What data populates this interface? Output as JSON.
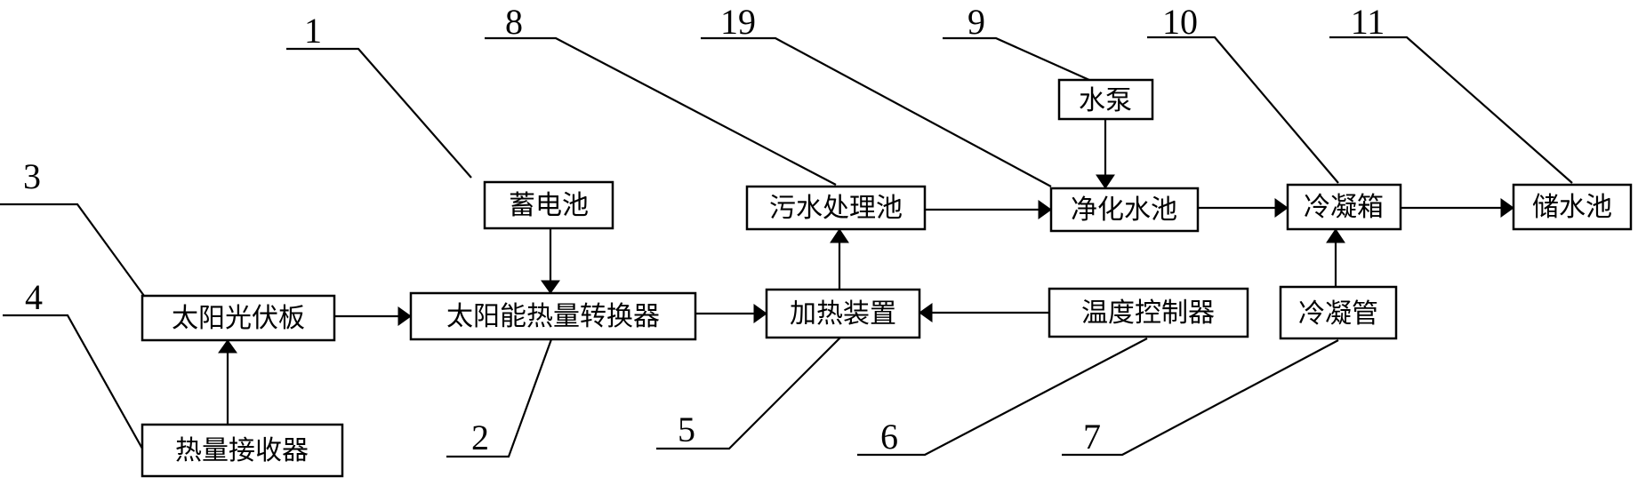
{
  "boxes": {
    "battery": "蓄电池",
    "sewage_pool": "污水处理池",
    "pump": "水泵",
    "purify_pool": "净化水池",
    "condense_box": "冷凝箱",
    "storage_pool": "储水池",
    "pv_panel": "太阳光伏板",
    "converter": "太阳能热量转换器",
    "heater": "加热装置",
    "temp_controller": "温度控制器",
    "condense_pipe": "冷凝管",
    "heat_receiver": "热量接收器"
  },
  "callouts": {
    "n1": "1",
    "n2": "2",
    "n3": "3",
    "n4": "4",
    "n5": "5",
    "n6": "6",
    "n7": "7",
    "n8": "8",
    "n9": "9",
    "n10": "10",
    "n11": "11",
    "n19": "19"
  }
}
